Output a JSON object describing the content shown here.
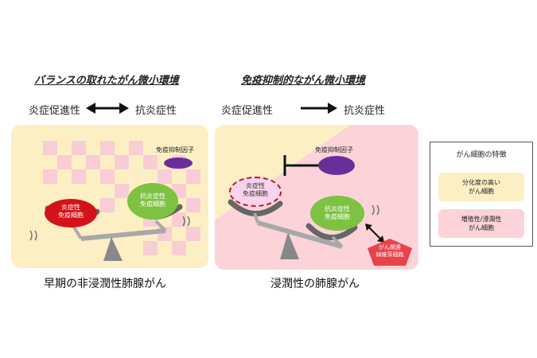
{
  "left": {
    "heading": "バランスの取れたがん微小環境",
    "trend_left": "炎症促進性",
    "trend_right": "抗炎症性",
    "factor_label": "免疫抑制因子",
    "cell_pro": [
      "炎症性",
      "免疫細胞"
    ],
    "cell_anti": [
      "抗炎症性",
      "免疫細胞"
    ],
    "caption": "早期の非浸潤性肺腺がん"
  },
  "right": {
    "heading": "免疫抑制的ながん微小環境",
    "trend_left": "炎症促進性",
    "trend_right": "抗炎症性",
    "factor_label": "免疫抑制因子",
    "cell_pro": [
      "炎症性",
      "免疫細胞"
    ],
    "cell_anti": [
      "抗炎症性",
      "免疫細胞"
    ],
    "caf": [
      "がん関連",
      "線維芽細胞"
    ],
    "caption": "浸潤性の肺腺がん"
  },
  "legend": {
    "title": "がん細胞の特徴",
    "item1": [
      "分化度の高い",
      "がん細胞"
    ],
    "item2": [
      "増殖性/浸潤性",
      "がん細胞"
    ]
  },
  "colors": {
    "yellow_bg": "#fdefc4",
    "pink_bg": "#fbd3d8",
    "red_cell": "#d4121a",
    "green_cell": "#7dc242",
    "purple_factor": "#6a2e9b",
    "caf_red": "#e8434a"
  }
}
